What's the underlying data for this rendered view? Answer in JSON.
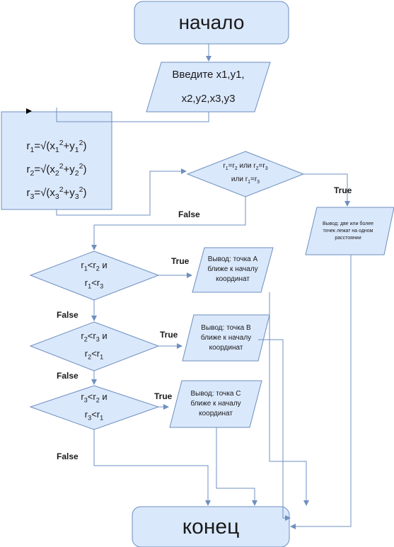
{
  "start": "начало",
  "end": "конец",
  "input": {
    "line1": "Введите  x1,y1,",
    "line2": "x2,y2,x3,y3"
  },
  "formulas": {
    "r1": {
      "r": "r",
      "i": "1",
      "eq": "=√(x",
      "sq": "2",
      "plus": "+y",
      "close": ")"
    },
    "r2": {
      "r": "r",
      "i": "2",
      "eq": "=√(x",
      "sq": "2",
      "plus": "+y",
      "close": ")"
    },
    "r3": {
      "r": "r",
      "i": "3",
      "eq": "=√(x",
      "sq": "2",
      "plus": "+y",
      "close": ")"
    }
  },
  "cond0": {
    "r": "r",
    "a": "1",
    "b": "2",
    "c": "3",
    "eq": "=",
    "or": " или ",
    "line2": "или "
  },
  "cond1": {
    "lt": "<",
    "and": " и"
  },
  "out_equal": {
    "line1": "Вывод: две или более",
    "line2": "точек лежат на одном",
    "line3": "расстоянии"
  },
  "outA": {
    "line1": "Вывод: точка А",
    "line2": "ближе к началу",
    "line3": "координат"
  },
  "outB": {
    "line1": "Вывод: точка В",
    "line2": "ближе к началу",
    "line3": "координат"
  },
  "outC": {
    "line1": "Вывод: точка С",
    "line2": "ближе к началу",
    "line3": "координат"
  },
  "labels": {
    "true": "True",
    "false": "False"
  }
}
